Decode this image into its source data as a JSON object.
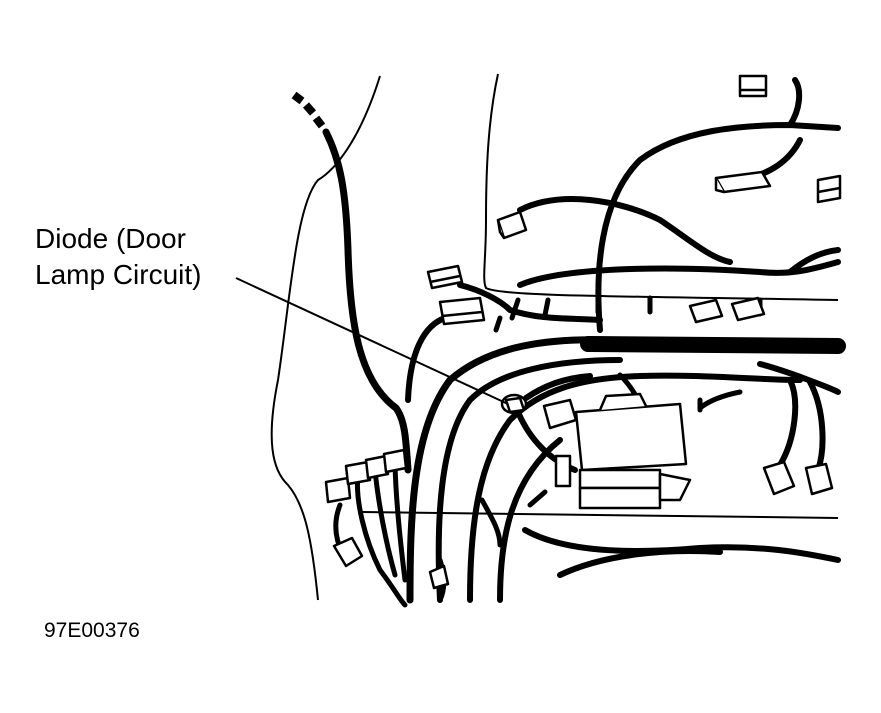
{
  "diagram": {
    "callout": {
      "line1": "Diode (Door",
      "line2": "Lamp Circuit)"
    },
    "figure_code": "97E00376",
    "colors": {
      "ink": "#000000",
      "paper": "#ffffff"
    }
  }
}
